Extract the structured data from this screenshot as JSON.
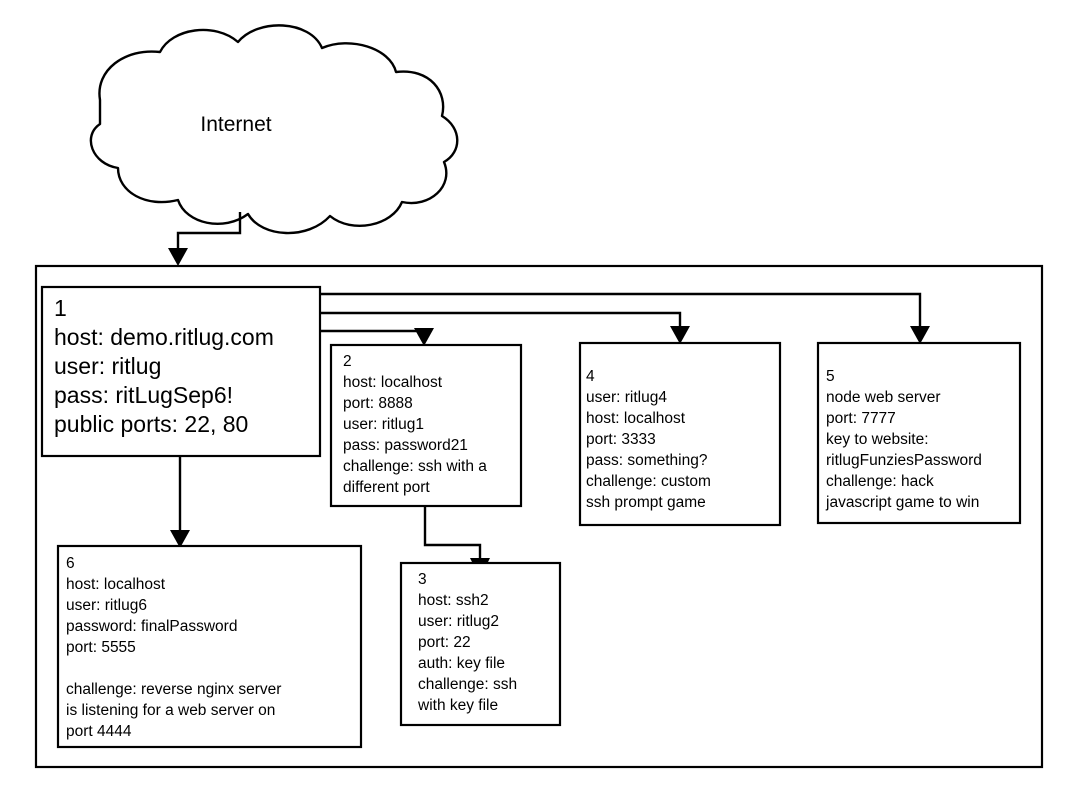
{
  "diagram": {
    "title_node": {
      "label": "Internet",
      "icon": "cloud-shape"
    },
    "colors": {
      "stroke": "#000000",
      "fill": "#ffffff",
      "text": "#000000"
    },
    "container": {
      "name": "server-boundary"
    },
    "nodes": [
      {
        "id": "1",
        "number": "1",
        "lines": [
          "1",
          "host: demo.ritlug.com",
          "user: ritlug",
          "pass: ritLugSep6!",
          "public ports: 22, 80"
        ]
      },
      {
        "id": "2",
        "number": "2",
        "lines": [
          "2",
          "host: localhost",
          "port: 8888",
          "user: ritlug1",
          "pass: password21",
          "challenge: ssh with a",
          "different port"
        ]
      },
      {
        "id": "3",
        "number": "3",
        "lines": [
          "3",
          "host: ssh2",
          "user: ritlug2",
          "port: 22",
          "auth: key file",
          "challenge: ssh",
          "with key file"
        ]
      },
      {
        "id": "4",
        "number": "4",
        "lines": [
          "4",
          "user: ritlug4",
          "host: localhost",
          "port: 3333",
          "pass: something?",
          "challenge: custom",
          "ssh prompt game"
        ]
      },
      {
        "id": "5",
        "number": "5",
        "lines": [
          "5",
          "node web server",
          "port: 7777",
          "key to website:",
          "ritlugFunziesPassword",
          "challenge: hack",
          "javascript game to win"
        ]
      },
      {
        "id": "6",
        "number": "6",
        "lines": [
          "6",
          "host: localhost",
          "user: ritlug6",
          "password: finalPassword",
          "port: 5555",
          "",
          "challenge: reverse nginx server",
          "is listening for a web server on",
          "port 4444"
        ]
      }
    ],
    "edges": [
      {
        "from": "internet",
        "to": "server-boundary"
      },
      {
        "from": "1",
        "to": "2"
      },
      {
        "from": "1",
        "to": "4"
      },
      {
        "from": "1",
        "to": "5"
      },
      {
        "from": "1",
        "to": "6"
      },
      {
        "from": "2",
        "to": "3"
      }
    ]
  }
}
